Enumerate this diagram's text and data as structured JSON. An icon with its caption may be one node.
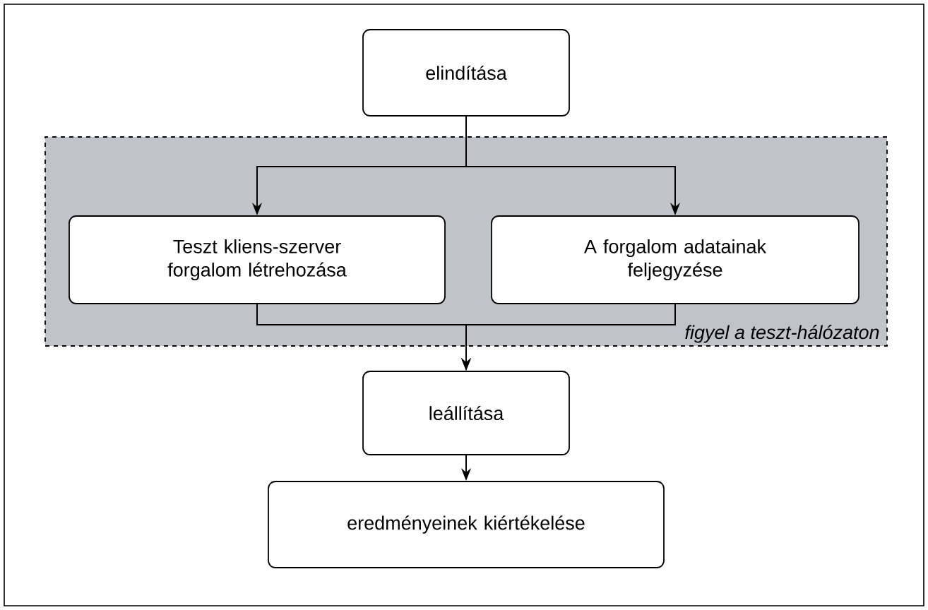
{
  "diagram": {
    "nodes": [
      {
        "text": [
          "elindítása"
        ]
      },
      {
        "text": [
          "figyel a teszt-hálózaton"
        ]
      },
      {
        "text": [
          "Teszt kliens-szerver forgalom létrehozása"
        ],
        "in": 1
      },
      {
        "text": [
          "A forgalom adatainak feljegyzése"
        ],
        "in": 1
      },
      {
        "text": [
          "leállítása"
        ]
      },
      {
        "text": [
          "eredményeinek kiértékelése"
        ]
      }
    ],
    "edges": [
      {
        "from": 0,
        "to": 2,
        "arrow": "to"
      },
      {
        "from": 0,
        "to": 3,
        "arrow": "to"
      },
      {
        "from": 2,
        "to": 4,
        "arrow": "to"
      },
      {
        "from": 3,
        "to": 4,
        "arrow": "to"
      },
      {
        "from": 4,
        "to": 5,
        "arrow": "to"
      }
    ]
  }
}
